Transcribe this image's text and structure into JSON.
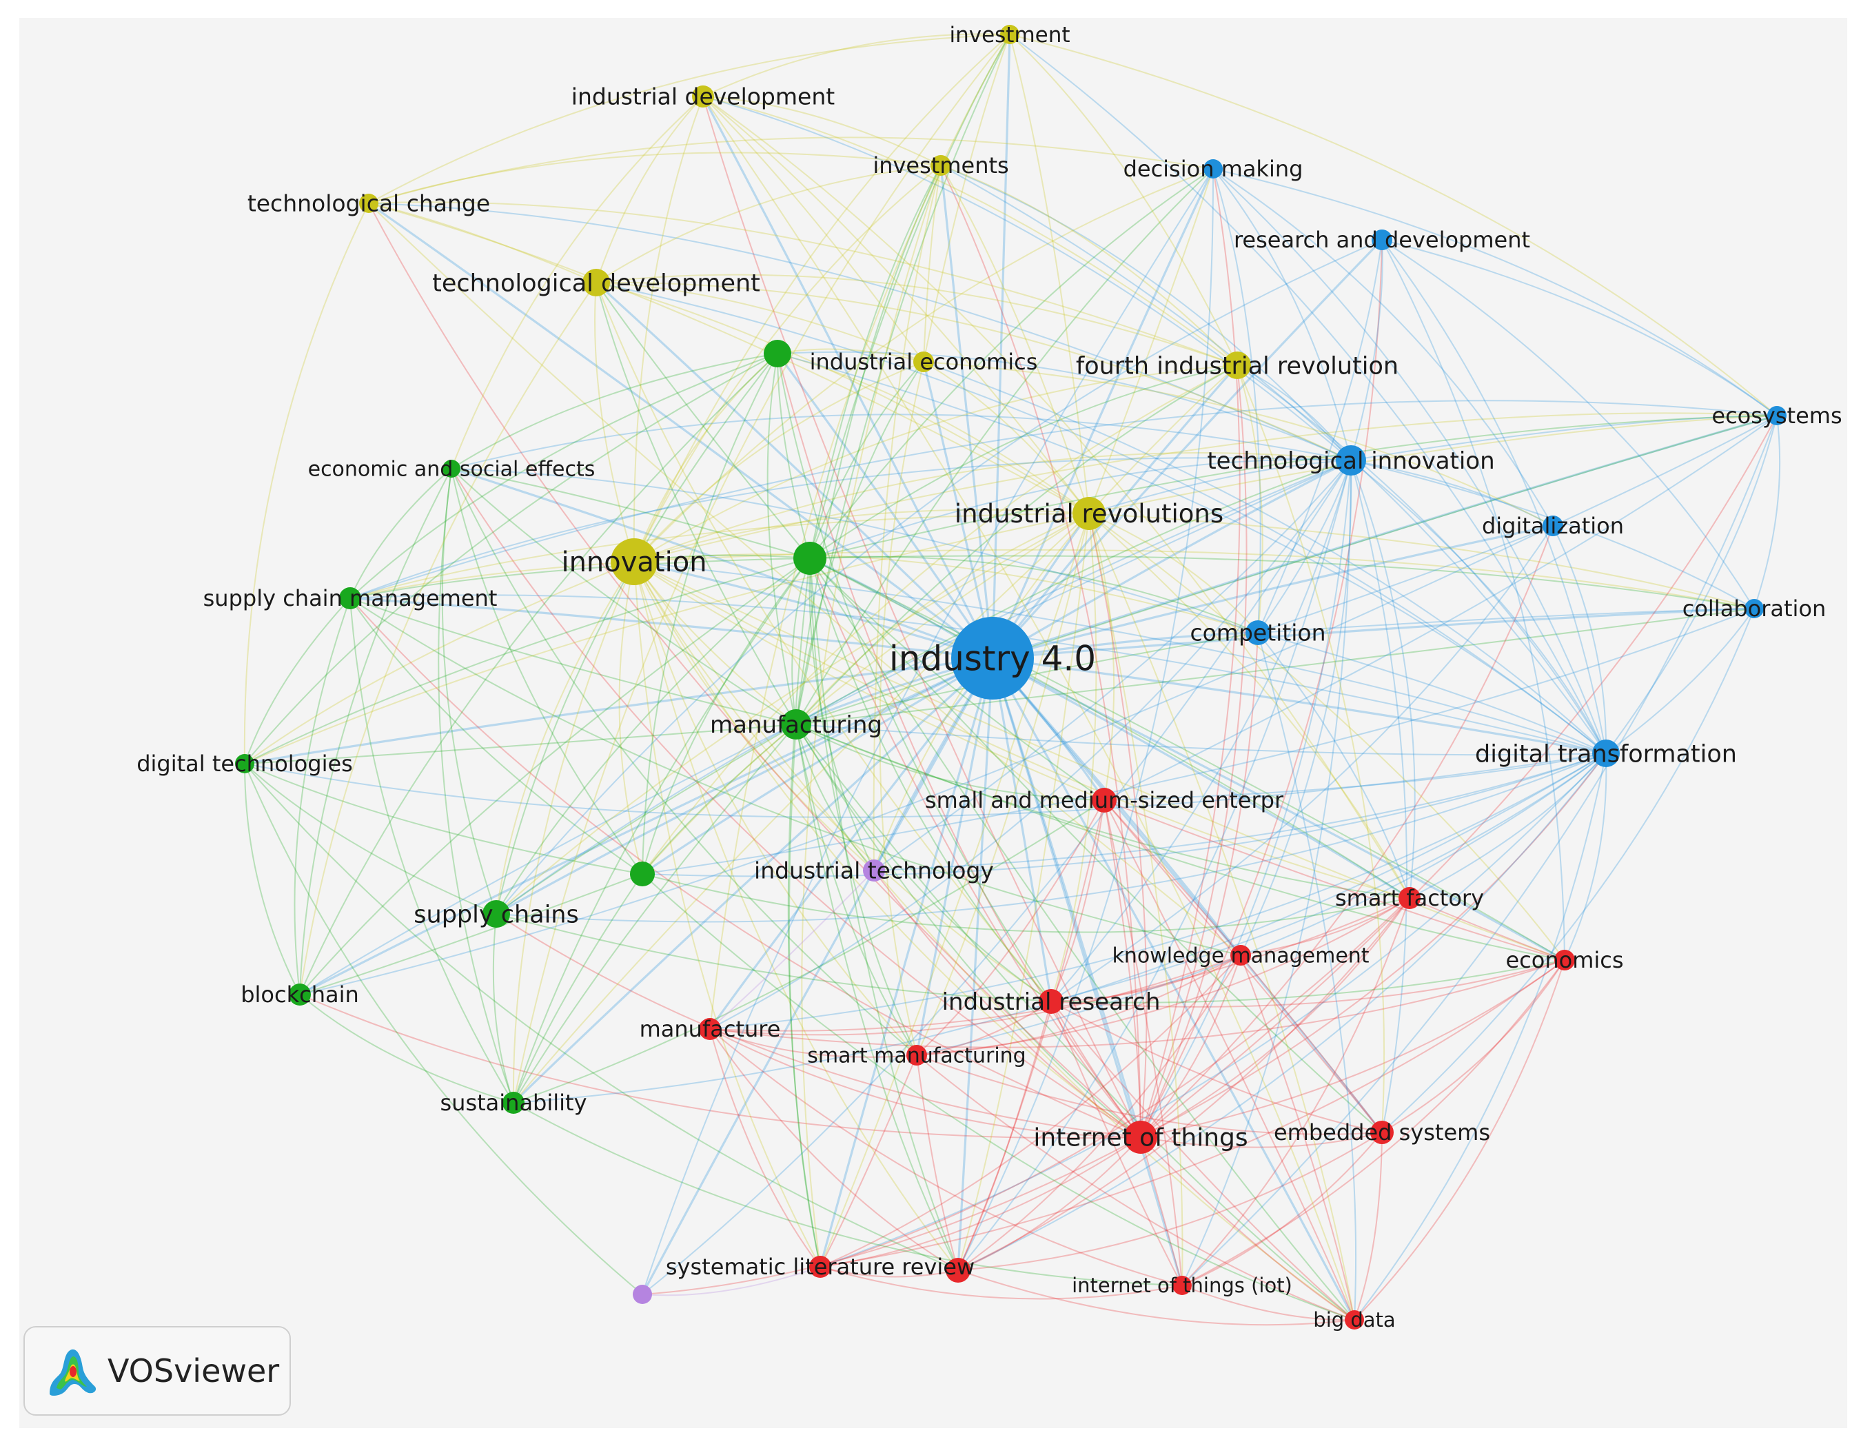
{
  "app": {
    "name": "VOSviewer"
  },
  "clusters": {
    "red": "#e8282b",
    "green": "#19a81e",
    "blue": "#1f8fdb",
    "yellow": "#c9c41a",
    "purple": "#b584e0"
  },
  "nodes": [
    {
      "id": "industry 4.0",
      "label": "industry 4.0",
      "cluster": "blue",
      "weight": 60
    },
    {
      "id": "innovation",
      "label": "innovation",
      "cluster": "yellow",
      "weight": 34
    },
    {
      "id": "industrial revolutions",
      "label": "industrial revolutions",
      "cluster": "yellow",
      "weight": 24
    },
    {
      "id": "technological development",
      "label": "technological development",
      "cluster": "yellow",
      "weight": 20
    },
    {
      "id": "fourth industrial revolution",
      "label": "fourth industrial revolution",
      "cluster": "yellow",
      "weight": 20
    },
    {
      "id": "industrial development",
      "label": "industrial development",
      "cluster": "yellow",
      "weight": 16
    },
    {
      "id": "investment",
      "label": "investment",
      "cluster": "yellow",
      "weight": 14
    },
    {
      "id": "investments",
      "label": "investments",
      "cluster": "yellow",
      "weight": 15
    },
    {
      "id": "technological change",
      "label": "technological change",
      "cluster": "yellow",
      "weight": 14
    },
    {
      "id": "industrial economics",
      "label": "industrial economics",
      "cluster": "yellow",
      "weight": 15
    },
    {
      "id": "decision making",
      "label": "decision making",
      "cluster": "blue",
      "weight": 14
    },
    {
      "id": "research and development",
      "label": "research and development",
      "cluster": "blue",
      "weight": 15
    },
    {
      "id": "technological innovation",
      "label": "technological innovation",
      "cluster": "blue",
      "weight": 22
    },
    {
      "id": "ecosystems",
      "label": "ecosystems",
      "cluster": "blue",
      "weight": 14
    },
    {
      "id": "digitalization",
      "label": "digitalization",
      "cluster": "blue",
      "weight": 15
    },
    {
      "id": "collaboration",
      "label": "collaboration",
      "cluster": "blue",
      "weight": 14
    },
    {
      "id": "competition",
      "label": "competition",
      "cluster": "blue",
      "weight": 18
    },
    {
      "id": "digital transformation",
      "label": "digital transformation",
      "cluster": "blue",
      "weight": 20
    },
    {
      "id": "manufacturing",
      "label": "manufacturing",
      "cluster": "green",
      "weight": 22
    },
    {
      "id": "supply chain management",
      "label": "supply chain management",
      "cluster": "green",
      "weight": 16
    },
    {
      "id": "economic and social effects",
      "label": "economic and social effects",
      "cluster": "green",
      "weight": 13
    },
    {
      "id": "digital technologies",
      "label": "digital technologies",
      "cluster": "green",
      "weight": 14
    },
    {
      "id": "supply chains",
      "label": "supply chains",
      "cluster": "green",
      "weight": 20
    },
    {
      "id": "blockchain",
      "label": "blockchain",
      "cluster": "green",
      "weight": 16
    },
    {
      "id": "sustainability",
      "label": "sustainability",
      "cluster": "green",
      "weight": 16
    },
    {
      "id": "green-a",
      "label": "",
      "cluster": "green",
      "weight": 20
    },
    {
      "id": "green-b",
      "label": "",
      "cluster": "green",
      "weight": 24
    },
    {
      "id": "green-c",
      "label": "",
      "cluster": "green",
      "weight": 18
    },
    {
      "id": "industrial technology",
      "label": "industrial technology",
      "cluster": "purple",
      "weight": 16
    },
    {
      "id": "purple-a",
      "label": "",
      "cluster": "purple",
      "weight": 14
    },
    {
      "id": "small and medium-sized enterpr",
      "label": "small and medium-sized enterpr",
      "cluster": "red",
      "weight": 18
    },
    {
      "id": "smart factory",
      "label": "smart factory",
      "cluster": "red",
      "weight": 16
    },
    {
      "id": "knowledge management",
      "label": "knowledge management",
      "cluster": "red",
      "weight": 15
    },
    {
      "id": "economics",
      "label": "economics",
      "cluster": "red",
      "weight": 15
    },
    {
      "id": "industrial research",
      "label": "industrial research",
      "cluster": "red",
      "weight": 18
    },
    {
      "id": "manufacture",
      "label": "manufacture",
      "cluster": "red",
      "weight": 16
    },
    {
      "id": "smart manufacturing",
      "label": "smart manufacturing",
      "cluster": "red",
      "weight": 15
    },
    {
      "id": "internet of things",
      "label": "internet of things",
      "cluster": "red",
      "weight": 24
    },
    {
      "id": "embedded systems",
      "label": "embedded systems",
      "cluster": "red",
      "weight": 17
    },
    {
      "id": "systematic literature review",
      "label": "systematic literature review",
      "cluster": "red",
      "weight": 16
    },
    {
      "id": "red-a",
      "label": "",
      "cluster": "red",
      "weight": 18
    },
    {
      "id": "internet of things (iot)",
      "label": "internet of things (iot)",
      "cluster": "red",
      "weight": 14
    },
    {
      "id": "big data",
      "label": "big data",
      "cluster": "red",
      "weight": 14
    }
  ]
}
